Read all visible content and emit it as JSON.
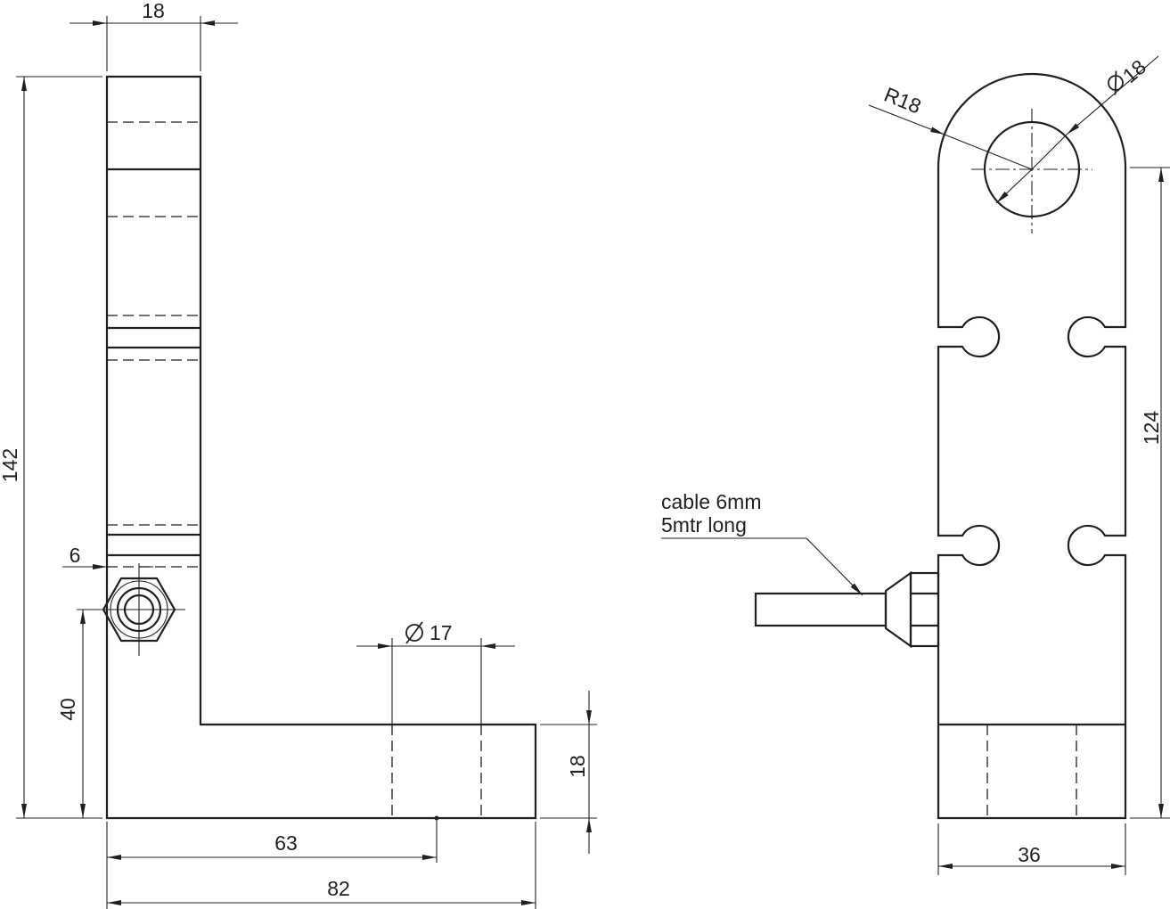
{
  "dimensions": {
    "top_width": "18",
    "total_height": "142",
    "offset_6": "6",
    "height_40": "40",
    "hole_dia": "17",
    "base_thickness": "18",
    "length_63": "63",
    "length_82": "82",
    "radius": "R18",
    "eye_dia": "18",
    "side_height": "124",
    "side_width": "36"
  },
  "notes": {
    "cable_line1": "cable 6mm",
    "cable_line2": "5mtr long"
  },
  "symbols": {
    "diameter": "Ø"
  }
}
